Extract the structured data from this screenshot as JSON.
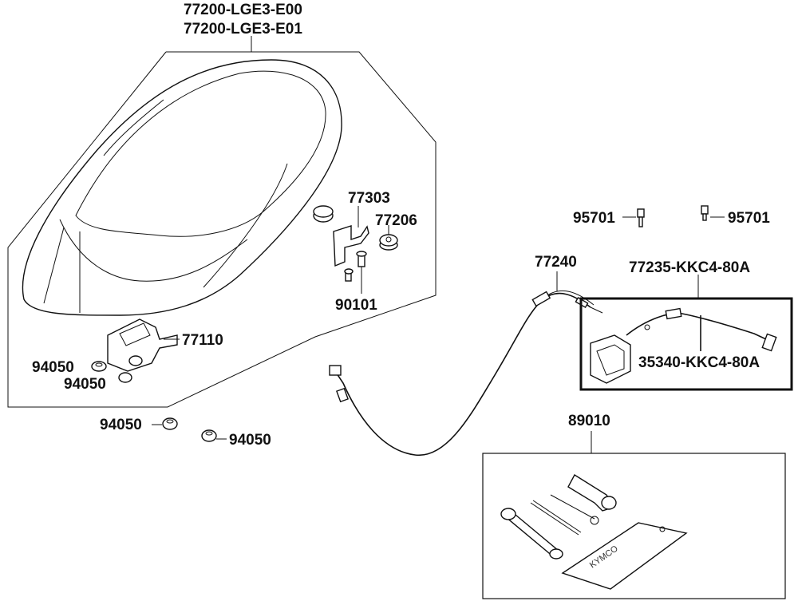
{
  "diagram": {
    "labels": {
      "seat_1": "77200-LGE3-E00",
      "seat_2": "77200-LGE3-E01",
      "bracket": "77303",
      "damper": "77206",
      "bolt": "90101",
      "hinge": "77110",
      "nut_1": "94050",
      "nut_2": "94050",
      "nut_3": "94050",
      "nut_4": "94050",
      "screw_left": "95701",
      "screw_right": "95701",
      "cable": "77240",
      "lock_assy": "77235-KKC4-80A",
      "lock_cable": "35340-KKC4-80A",
      "tool_kit": "89010"
    },
    "tool_bag_text": "KYMCO"
  }
}
